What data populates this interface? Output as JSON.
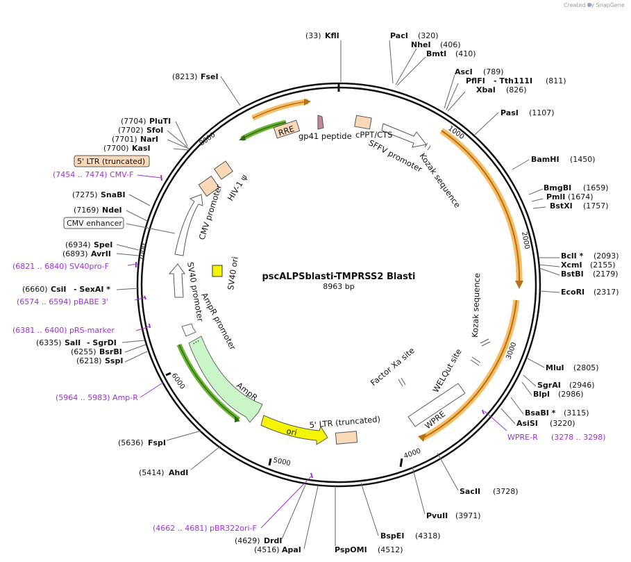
{
  "credit": "Created by SnapGene",
  "title": "pscALPSblasti-TMPRSS2 Blasti",
  "size": "8963 bp",
  "ticks": [
    "1000",
    "2000",
    "3000",
    "4000",
    "5000",
    "6000",
    "7000",
    "8000"
  ],
  "sites": {
    "kfli": {
      "pos": "(33)",
      "name": "KflI"
    },
    "paci": {
      "pos": "(320)",
      "name": "PacI"
    },
    "nhei": {
      "pos": "(406)",
      "name": "NheI"
    },
    "bmti": {
      "pos": "(410)",
      "name": "BmtI"
    },
    "asci": {
      "pos": "(789)",
      "name": "AscI"
    },
    "pflfi": {
      "name": "PflFI",
      "extra": "- Tth111I",
      "pos": "(811)"
    },
    "xbai": {
      "pos": "(826)",
      "name": "XbaI"
    },
    "pasi": {
      "pos": "(1107)",
      "name": "PasI"
    },
    "bamhi": {
      "pos": "(1450)",
      "name": "BamHI"
    },
    "bmgbi": {
      "pos": "(1659)",
      "name": "BmgBI"
    },
    "pmli": {
      "pos": "(1674)",
      "name": "PmlI"
    },
    "bstxi": {
      "pos": "(1757)",
      "name": "BstXI"
    },
    "bcli": {
      "pos": "(2093)",
      "name": "BclI *"
    },
    "xcmi": {
      "pos": "(2155)",
      "name": "XcmI"
    },
    "bstbi": {
      "pos": "(2179)",
      "name": "BstBI"
    },
    "ecori": {
      "pos": "(2317)",
      "name": "EcoRI"
    },
    "mlui": {
      "pos": "(2805)",
      "name": "MluI"
    },
    "sgrai": {
      "pos": "(2946)",
      "name": "SgrAI"
    },
    "blpi": {
      "pos": "(2986)",
      "name": "BlpI"
    },
    "bsabi": {
      "pos": "(3115)",
      "name": "BsaBI *"
    },
    "asisi": {
      "pos": "(3220)",
      "name": "AsiSI"
    },
    "sacii": {
      "pos": "(3728)",
      "name": "SacII"
    },
    "pvuii": {
      "pos": "(3971)",
      "name": "PvuII"
    },
    "bspei": {
      "pos": "(4318)",
      "name": "BspEI"
    },
    "bspomi": {
      "pos": "(4512)",
      "name": "PspOMI"
    },
    "apai": {
      "pos": "(4516)",
      "name": "ApaI"
    },
    "drdi": {
      "pos": "(4629)",
      "name": "DrdI"
    },
    "ahdi": {
      "pos": "(5414)",
      "name": "AhdI"
    },
    "fspi": {
      "pos": "(5636)",
      "name": "FspI"
    },
    "sspi": {
      "pos": "(6218)",
      "name": "SspI"
    },
    "bsrbi": {
      "pos": "(6255)",
      "name": "BsrBI"
    },
    "sali": {
      "pos": "(6335)",
      "name": "SalI",
      "extra": "- SgrDI"
    },
    "csii": {
      "pos": "(6660)",
      "name": "CsiI",
      "extra": "- SexAI *"
    },
    "avrii": {
      "pos": "(6893)",
      "name": "AvrII"
    },
    "spei": {
      "pos": "(6934)",
      "name": "SpeI"
    },
    "ndei": {
      "pos": "(7169)",
      "name": "NdeI"
    },
    "snabi": {
      "pos": "(7275)",
      "name": "SnaBI"
    },
    "kasi": {
      "pos": "(7700)",
      "name": "KasI"
    },
    "nari": {
      "pos": "(7701)",
      "name": "NarI"
    },
    "sfoi": {
      "pos": "(7702)",
      "name": "SfoI"
    },
    "pluti": {
      "pos": "(7704)",
      "name": "PluTI"
    },
    "fsei": {
      "pos": "(8213)",
      "name": "FseI"
    }
  },
  "primers": {
    "cmvf": "(7454 .. 7474)  CMV-F",
    "sv40prof": "(6821 .. 6840)  SV40pro-F",
    "pbabe3": "(6574 .. 6594)  pBABE 3'",
    "prsmarker": "(6381 .. 6400)  pRS-marker",
    "ampr": "(5964 .. 5983)  Amp-R",
    "pbr322orif": "(4662 .. 4681)  pBR322ori-F",
    "wprer": "WPRE-R",
    "wprer_pos": "(3278 .. 3298)"
  },
  "boxed": {
    "ltr_trunc": "5' LTR (truncated)",
    "cmv_enh": "CMV enhancer"
  },
  "features": {
    "rre": "RRE",
    "gp41": "gp41 peptide",
    "cppt": "cPPT/CTS",
    "sffv": "SFFV promoter",
    "kozak1": "Kozak sequence",
    "kozak2": "Kozak sequence",
    "welqut": "WELQut site",
    "factorxa": "Factor Xa site",
    "wpre": "WPRE",
    "ltr_inner": "5' LTR (truncated)",
    "ori": "ori",
    "ampr": "AmpR",
    "ampr_prom": "AmpR promoter",
    "sv40prom": "SV40 promoter",
    "sv40ori": "SV40 ori",
    "cmvprom": "CMV promoter",
    "hivpsi": "HIV-1 ψ"
  },
  "colors": {
    "orange_cds": "#f5b24a",
    "green_cds": "#6ab42f",
    "light_green": "#c9f5c9",
    "yellow_ori": "#f5f500",
    "peach": "#fbd9b8",
    "purple": "#9b30d9",
    "pink_gp41": "#c6879b"
  }
}
